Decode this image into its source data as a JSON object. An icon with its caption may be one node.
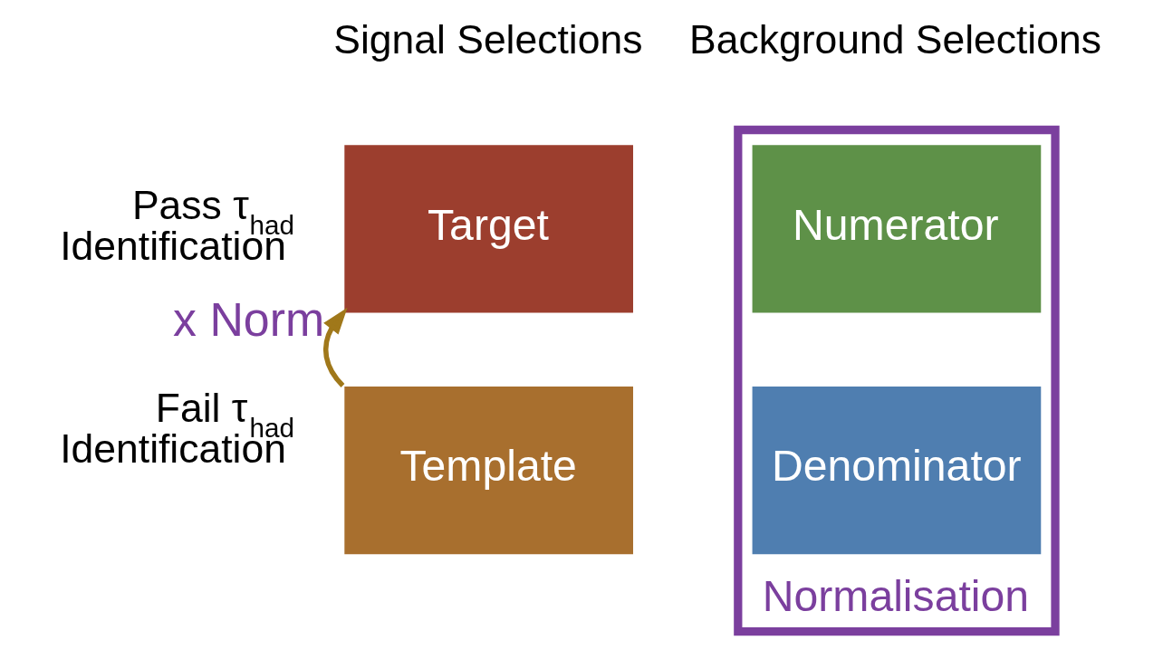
{
  "diagram": {
    "nodes": [
      {
        "text": [
          "Target"
        ]
      },
      {
        "text": [
          "Normalisation"
        ]
      },
      {
        "text": [
          "Numerator"
        ],
        "in": 1
      },
      {
        "text": [
          "Template"
        ]
      },
      {
        "text": [
          "Denominator"
        ],
        "in": 1
      }
    ],
    "edges": [
      {
        "from": 3,
        "to": 0,
        "arrow": "to",
        "label": "x Norm",
        "color": "#a0781a"
      }
    ],
    "labels": [
      "Signal Selections",
      "Background Selections",
      "Pass τ$_{had}$ Identification",
      "Fail τ$_{had}$ Identification"
    ]
  }
}
